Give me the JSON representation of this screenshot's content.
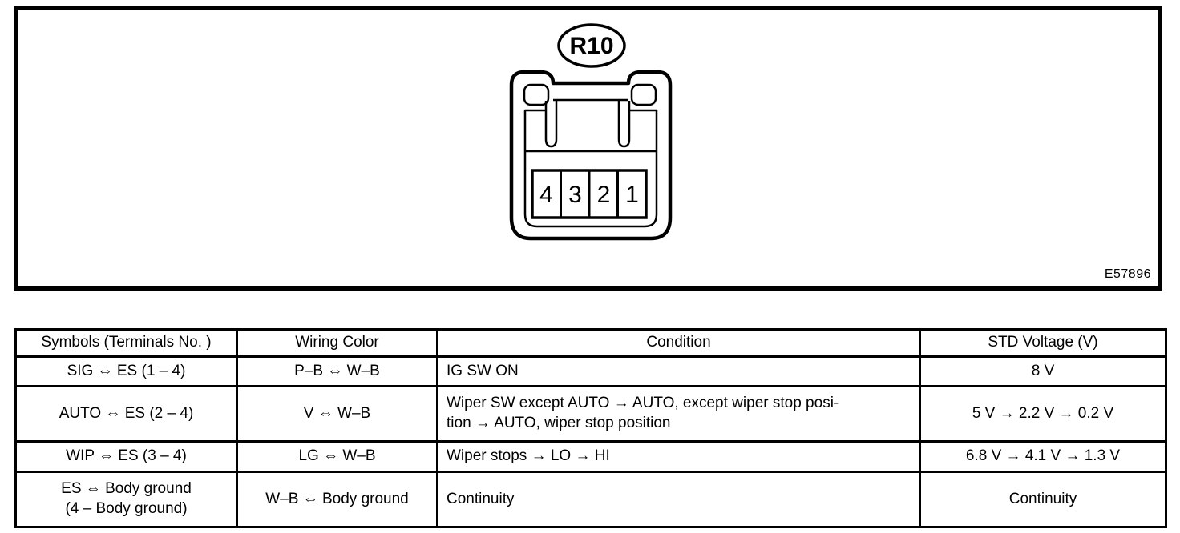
{
  "figure": {
    "connector_id": "R10",
    "figure_code": "E57896",
    "terminals": [
      "4",
      "3",
      "2",
      "1"
    ]
  },
  "table": {
    "headers": {
      "symbols": "Symbols (Terminals No. )",
      "wiring_color": "Wiring Color",
      "condition": "Condition",
      "std_voltage": "STD Voltage (V)"
    },
    "rows": [
      {
        "symbols": "SIG ⇔ ES (1 – 4)",
        "wiring_color": "P–B ⇔ W–B",
        "condition": "IG SW ON",
        "std_voltage": "8 V"
      },
      {
        "symbols": "AUTO ⇔ ES (2 – 4)",
        "wiring_color": "V ⇔ W–B",
        "condition": "Wiper SW except AUTO → AUTO, except wiper stop posi-\ntion → AUTO, wiper stop position",
        "std_voltage": "5 V → 2.2 V → 0.2 V"
      },
      {
        "symbols": "WIP ⇔ ES (3 – 4)",
        "wiring_color": "LG ⇔ W–B",
        "condition": "Wiper stops → LO → HI",
        "std_voltage": "6.8 V → 4.1 V → 1.3 V"
      },
      {
        "symbols": "ES ⇔ Body ground\n(4 – Body ground)",
        "wiring_color": "W–B ⇔ Body ground",
        "condition": "Continuity",
        "std_voltage": "Continuity"
      }
    ]
  },
  "colors": {
    "line": "#000000",
    "background": "#ffffff"
  }
}
